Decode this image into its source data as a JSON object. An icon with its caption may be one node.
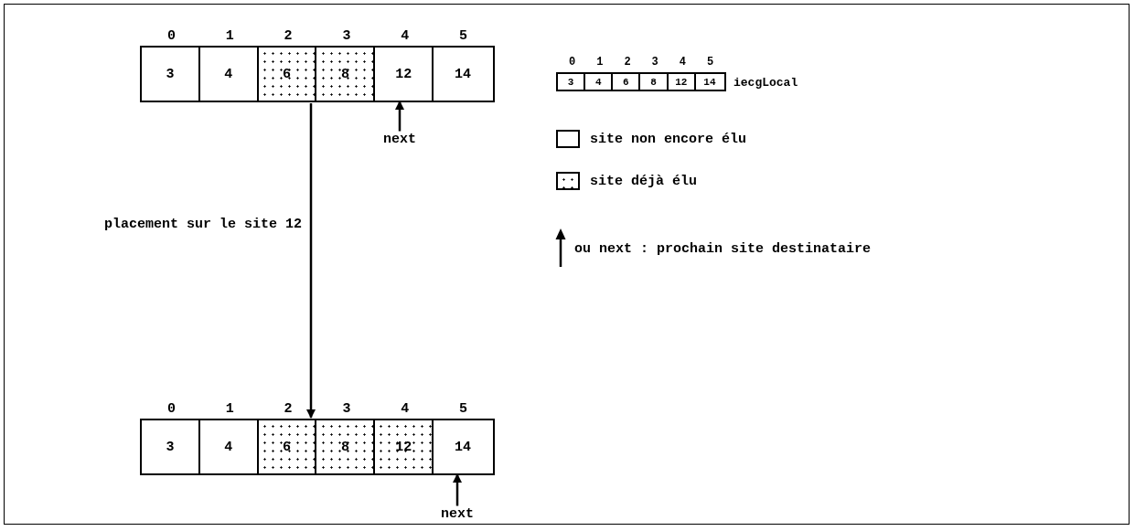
{
  "diagram": {
    "nodes": [
      {
        "text": [],
        "shape": "box"
      },
      {
        "text": [
          "3"
        ],
        "in": 0,
        "beside": [
          "0"
        ]
      },
      {
        "text": [
          "4"
        ],
        "in": 0,
        "beside": [
          "1"
        ]
      },
      {
        "text": [
          "6"
        ],
        "in": 0,
        "beside": [
          "2"
        ]
      },
      {
        "text": [
          "8"
        ],
        "in": 0,
        "beside": [
          "3"
        ]
      },
      {
        "text": [
          "12"
        ],
        "in": 0,
        "beside": [
          "4"
        ]
      },
      {
        "text": [
          "14"
        ],
        "in": 0,
        "beside": [
          "5"
        ]
      },
      {
        "text": [
          "next"
        ]
      },
      {
        "text": [],
        "shape": "box"
      },
      {
        "text": [
          "3"
        ],
        "in": 8,
        "beside": [
          "0"
        ]
      },
      {
        "text": [
          "4"
        ],
        "in": 8,
        "beside": [
          "1"
        ]
      },
      {
        "text": [
          "6"
        ],
        "in": 8,
        "beside": [
          "2"
        ]
      },
      {
        "text": [
          "8"
        ],
        "in": 8,
        "beside": [
          "3"
        ]
      },
      {
        "text": [
          "12"
        ],
        "in": 8,
        "beside": [
          "4"
        ]
      },
      {
        "text": [
          "14"
        ],
        "in": 8,
        "beside": [
          "5"
        ]
      },
      {
        "text": [
          "next"
        ]
      },
      {
        "text": [],
        "shape": "box",
        "beside": [
          "iecgLocal"
        ]
      },
      {
        "text": [
          "3"
        ],
        "in": 16,
        "beside": [
          "0"
        ]
      },
      {
        "text": [
          "4"
        ],
        "in": 16,
        "beside": [
          "1"
        ]
      },
      {
        "text": [
          "6"
        ],
        "in": 16,
        "beside": [
          "2"
        ]
      },
      {
        "text": [
          "8"
        ],
        "in": 16,
        "beside": [
          "3"
        ]
      },
      {
        "text": [
          "12"
        ],
        "in": 16,
        "beside": [
          "4"
        ]
      },
      {
        "text": [
          "14"
        ],
        "in": 16,
        "beside": [
          "5"
        ]
      }
    ],
    "edges": [
      {
        "from": 7,
        "to": 5,
        "arrow": "to"
      },
      {
        "from": 0,
        "to": 8,
        "arrow": "to",
        "label": "placement sur le site 12"
      },
      {
        "from": 15,
        "to": 14,
        "arrow": "to"
      }
    ],
    "legend": [
      {
        "text": "site non encore élu"
      },
      {
        "text": "site déjà élu"
      },
      {
        "text": "ou next : prochain site destinataire"
      }
    ]
  }
}
